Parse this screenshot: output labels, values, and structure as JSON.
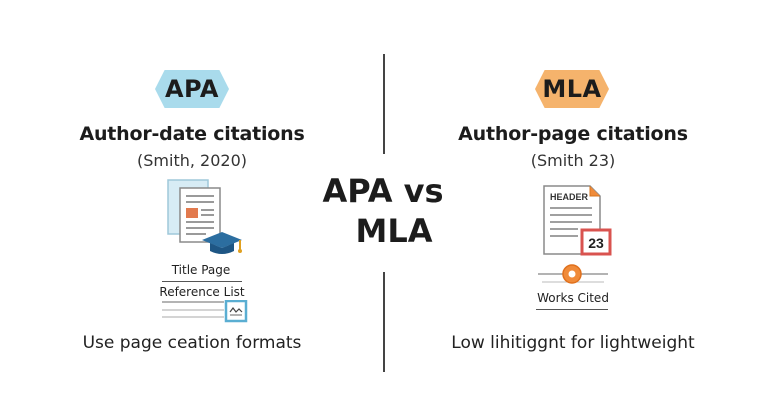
{
  "center": {
    "title_line1": "APA vs",
    "title_line2": "MLA"
  },
  "apa": {
    "badge": "APA",
    "badge_color": "#a9dbec",
    "heading": "Author-date citations",
    "example": "(Smith, 2020)",
    "labels": {
      "title_page": "Title Page",
      "reference_list": "Reference List"
    },
    "footer": "Use page ceation formats",
    "icons": [
      "document-stack-icon",
      "graduation-cap-icon",
      "citation-box-icon"
    ]
  },
  "mla": {
    "badge": "MLA",
    "badge_color": "#f5b36c",
    "heading": "Author-page citations",
    "example": "(Smith 23)",
    "doc_header": "HEADER",
    "page_number": "23",
    "labels": {
      "works_cited": "Works Cited"
    },
    "footer": "Low lihitiggnt for lightweight",
    "icons": [
      "header-document-icon",
      "page-number-icon",
      "timeline-dot-icon"
    ]
  },
  "colors": {
    "divider": "#444444",
    "accent_red": "#d9534f",
    "accent_orange": "#f08b3a",
    "accent_blue": "#5aaed2"
  }
}
